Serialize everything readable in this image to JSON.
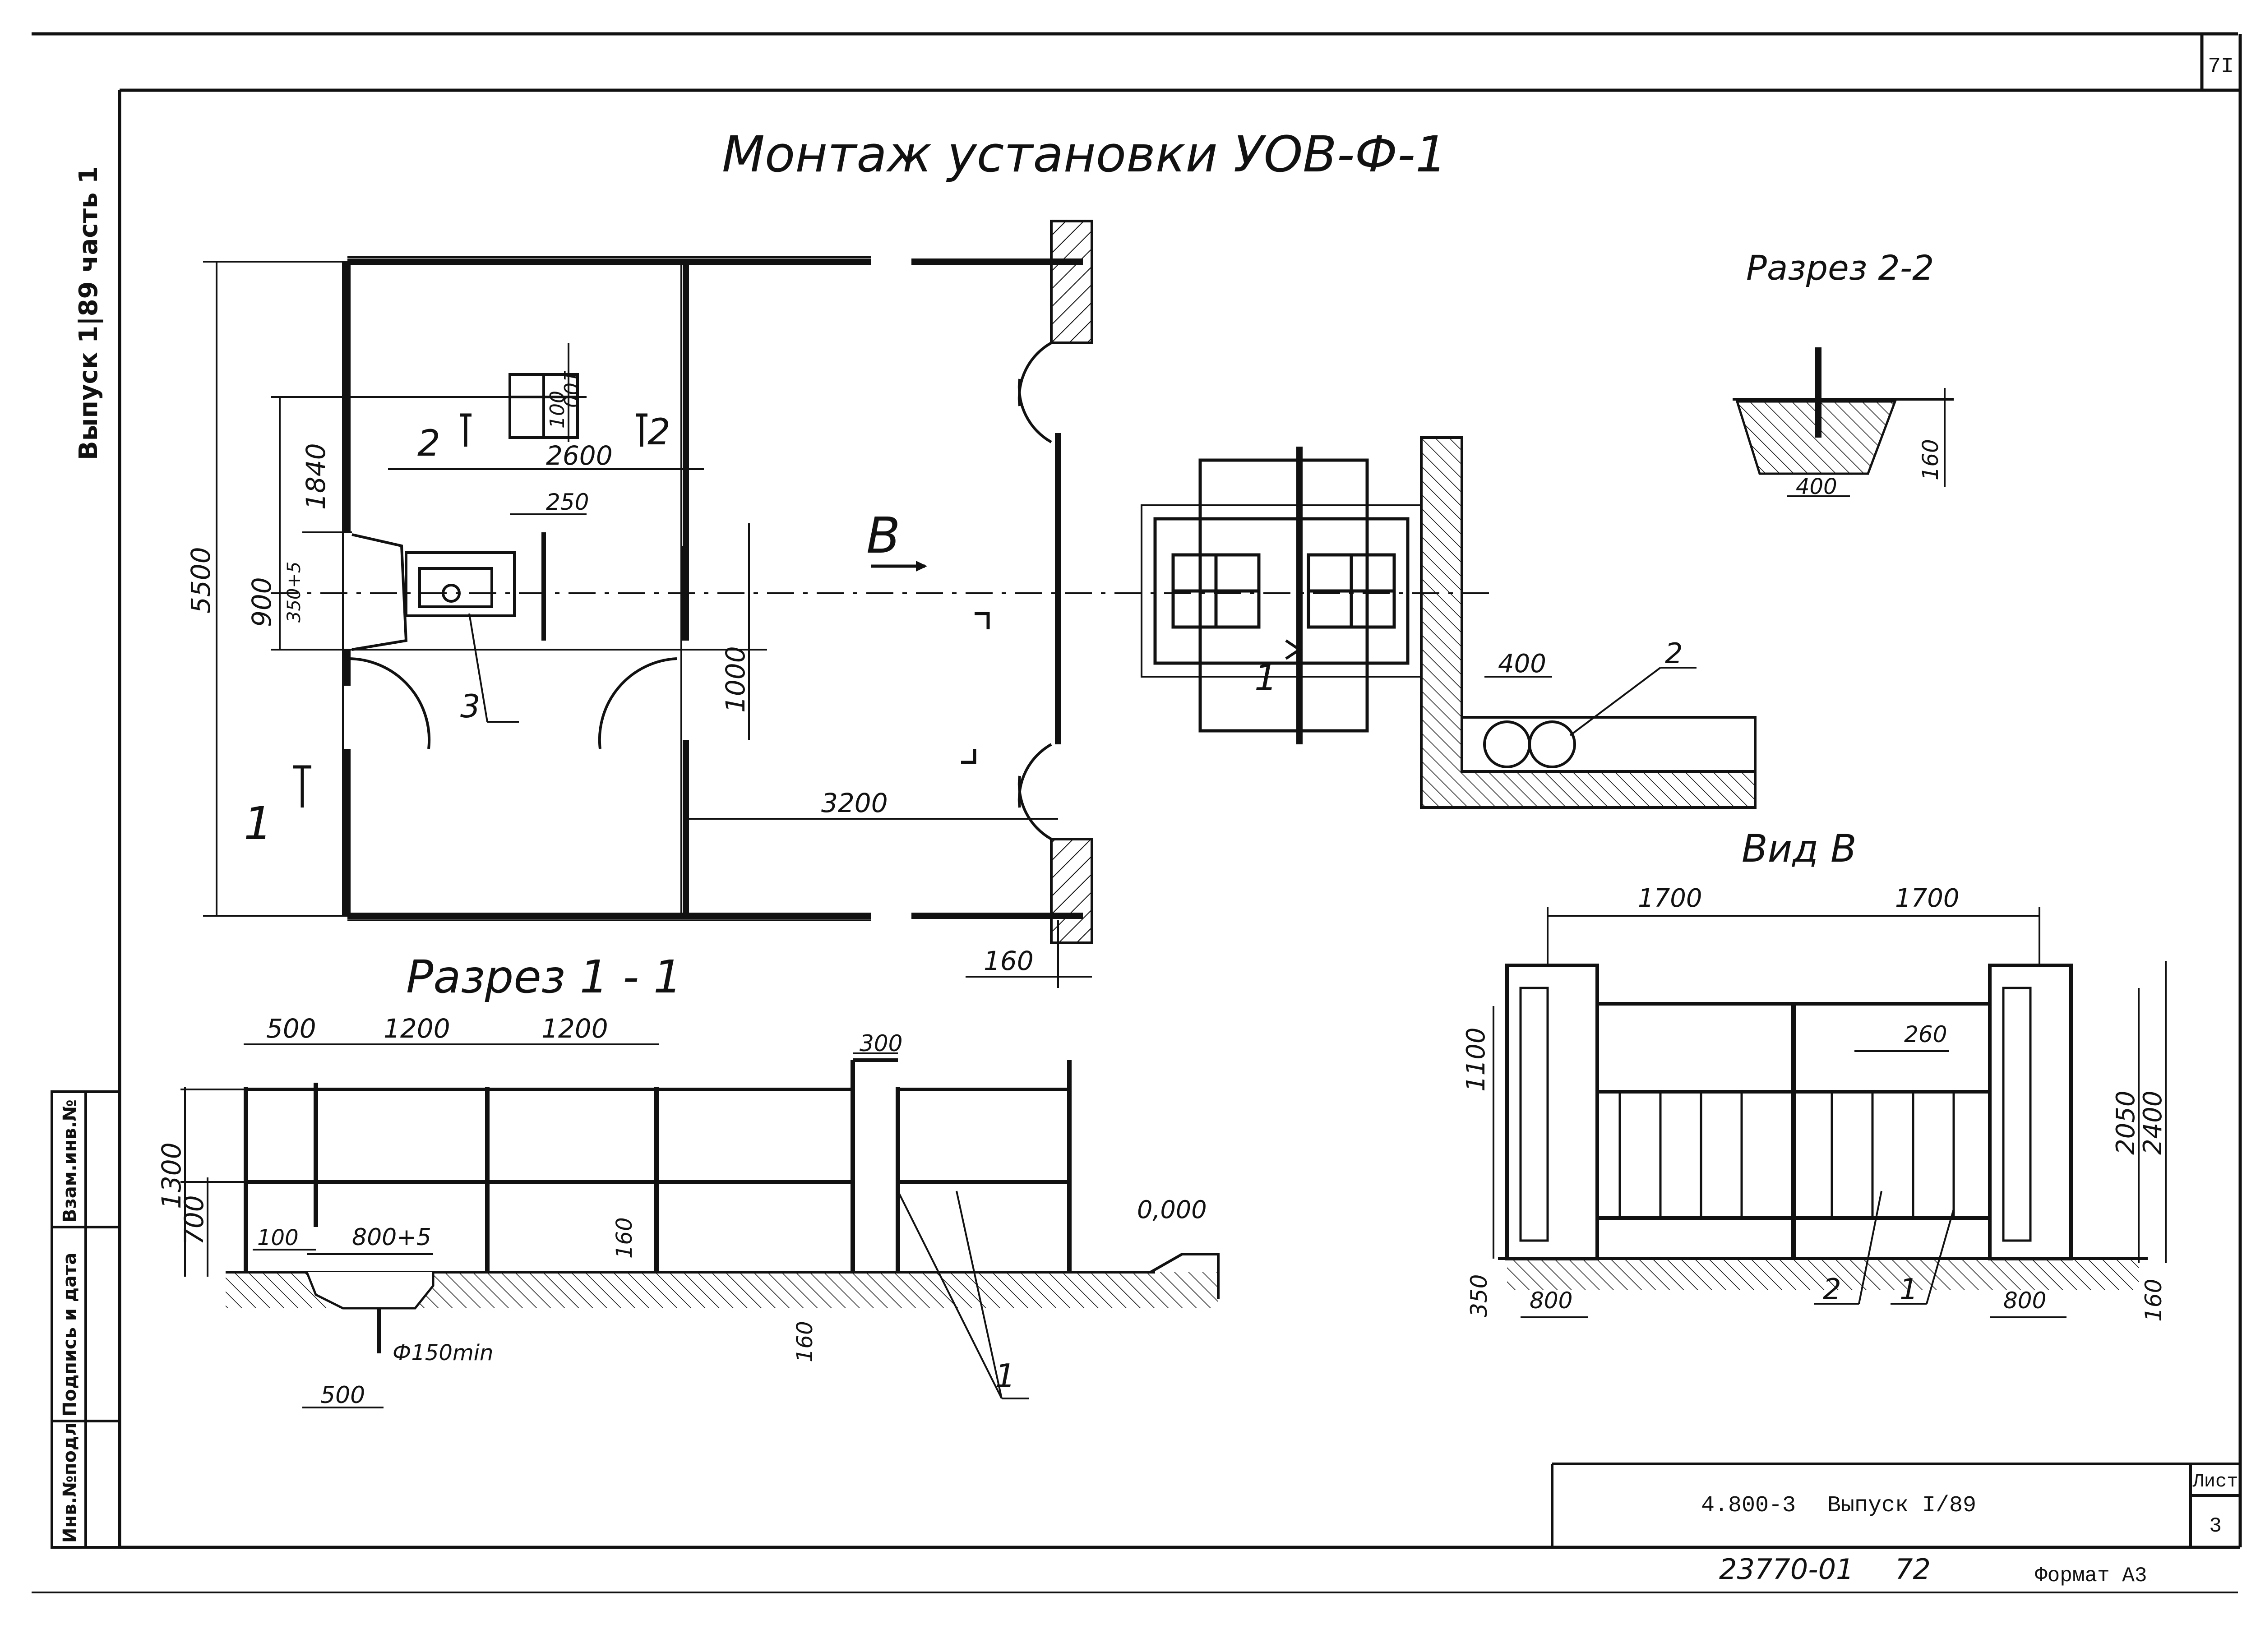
{
  "sheet": {
    "corner_number": "7I",
    "side_stamp": "Выпуск 1|89 часть 1",
    "title": "Монтаж установки УОВ-Ф-1",
    "margin_stamp": {
      "col_1": "Инв.№подл",
      "col_2": "Подпись и дата",
      "col_3": "Взам.инв.№"
    }
  },
  "plan": {
    "dims": [
      "5500",
      "1840",
      "900",
      "350+5",
      "100",
      "100",
      "2600",
      "250",
      "1000",
      "3200",
      "160"
    ],
    "markers": {
      "section_2_left": "2",
      "section_2_right": "2",
      "section_1": "1",
      "view_b": "B",
      "callout_3": "3"
    }
  },
  "view_detail": {
    "break_label": "1"
  },
  "section_2_2": {
    "title": "Разрез 2-2",
    "dims": [
      "400",
      "160"
    ]
  },
  "wall_detail": {
    "dim": "400",
    "callout": "2"
  },
  "section_1_1": {
    "title": "Разрез 1 - 1",
    "dims": [
      "500",
      "1200",
      "1200",
      "300",
      "1300",
      "700",
      "100",
      "800+5",
      "160",
      "0,000",
      "160",
      "Ф150min",
      "500"
    ],
    "callout": "1"
  },
  "view_b": {
    "title": "Вид В",
    "dims": [
      "1700",
      "1700",
      "1100",
      "260",
      "2050",
      "2400",
      "350",
      "800",
      "800",
      "160"
    ],
    "callouts": [
      "2",
      "1"
    ]
  },
  "title_block": {
    "code": "4.800-3",
    "issue": "Выпуск I/89",
    "sheet_label": "Лист",
    "sheet_number": "3",
    "archive_number": "23770-01",
    "page_number": "72",
    "format": "Формат А3"
  }
}
